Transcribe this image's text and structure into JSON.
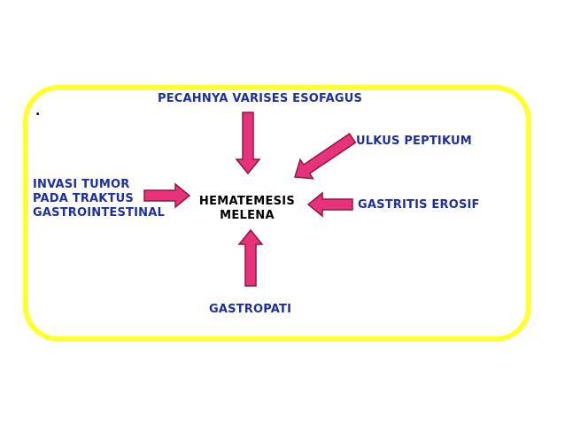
{
  "colors": {
    "frame": "#ffff33",
    "arrow_fill": "#e8337a",
    "arrow_stroke": "#8a1a45",
    "label": "#1e2f9e",
    "center": "#000000"
  },
  "stray_mark": ".",
  "center": {
    "line1": "HEMATEMESIS",
    "line2": "MELENA"
  },
  "causes": {
    "top": "PECAHNYA VARISES ESOFAGUS",
    "top_right": "ULKUS PEPTIKUM",
    "right": "GASTRITIS EROSIF",
    "bottom": "GASTROPATI",
    "left_line1": "INVASI TUMOR",
    "left_line2": "PADA TRAKTUS",
    "left_line3": "GASTROINTESTINAL"
  }
}
